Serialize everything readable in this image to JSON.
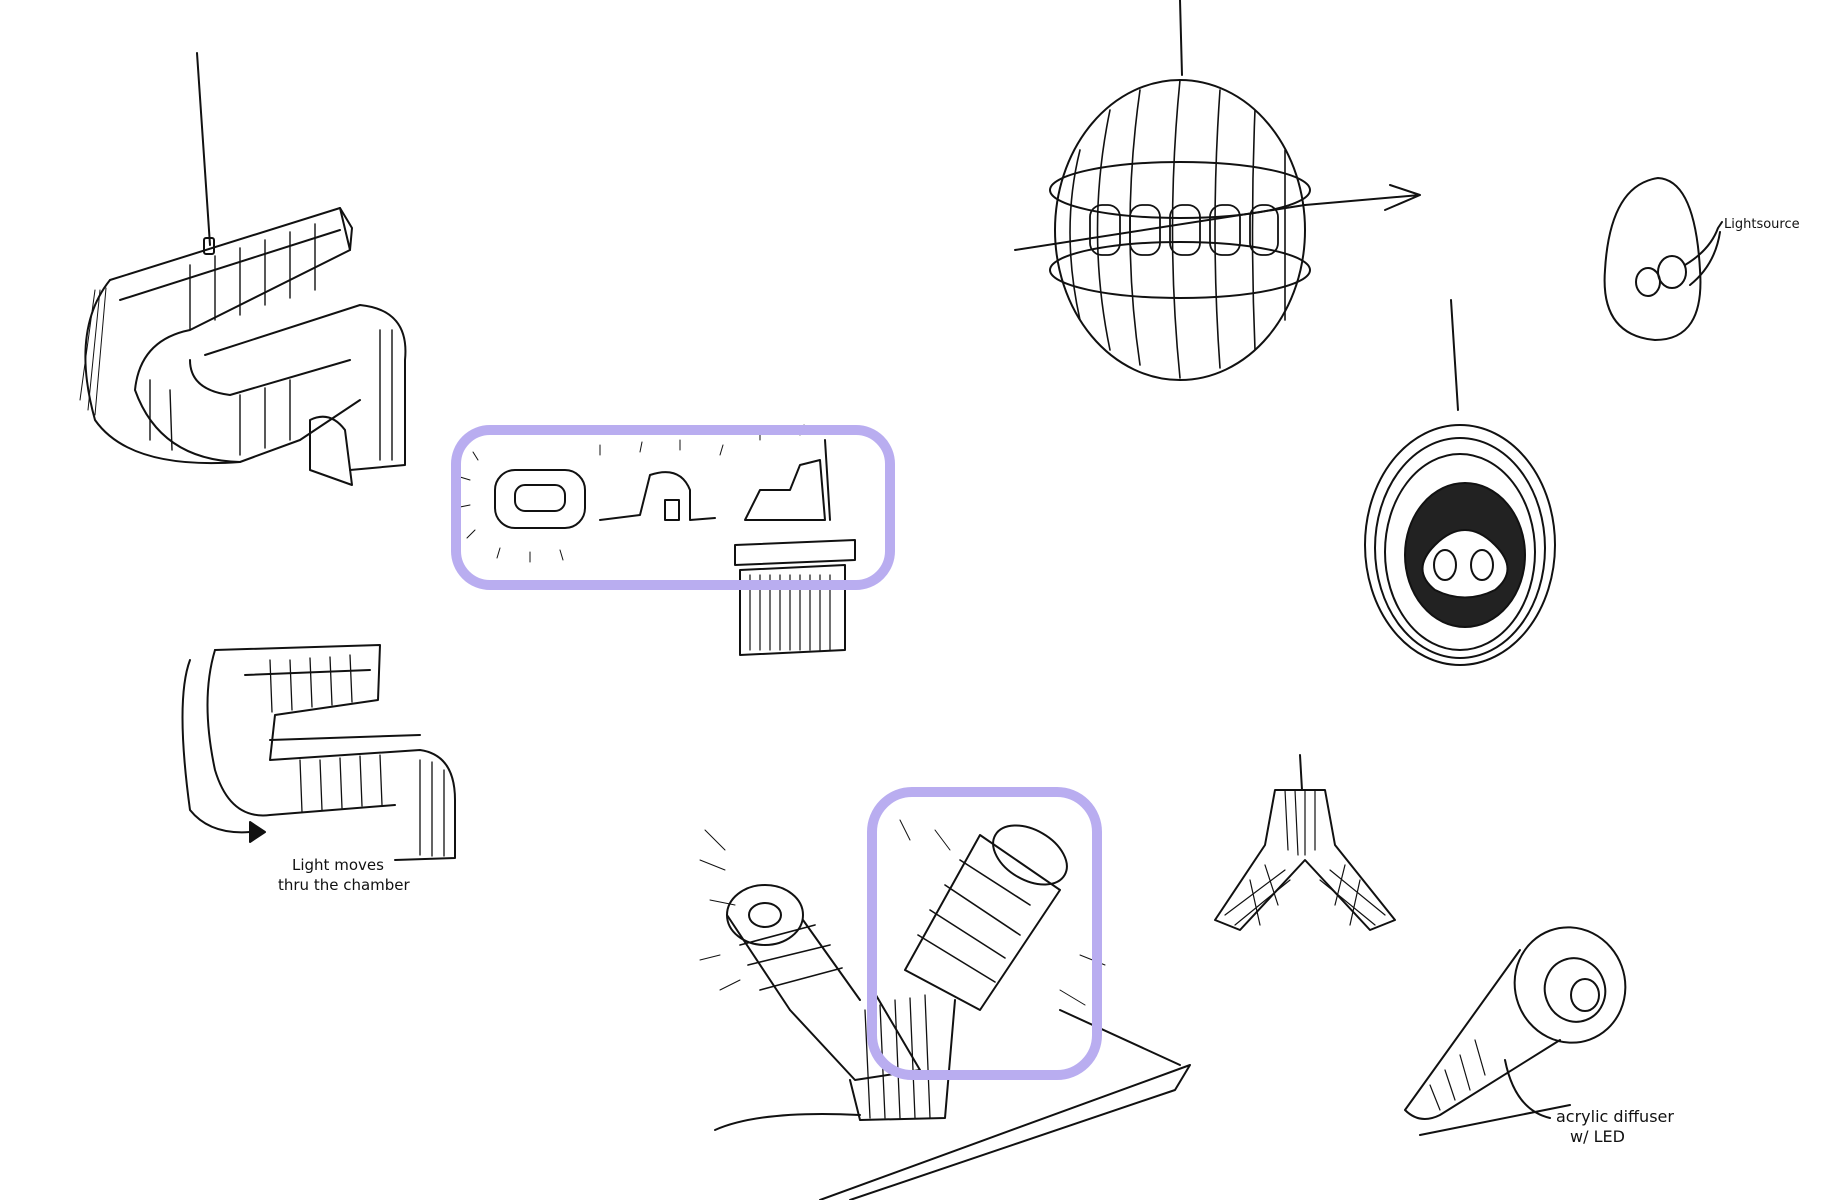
{
  "annotations": {
    "light_moves_line1": "Light moves",
    "light_moves_line2": "thru the chamber",
    "lightsource": "Lightsource",
    "acrylic_line1": "acrylic diffuser",
    "acrylic_line2": "w/ LED"
  },
  "colors": {
    "background": "#ffffff",
    "ink": "#111111",
    "highlight": "#b9adf0"
  }
}
